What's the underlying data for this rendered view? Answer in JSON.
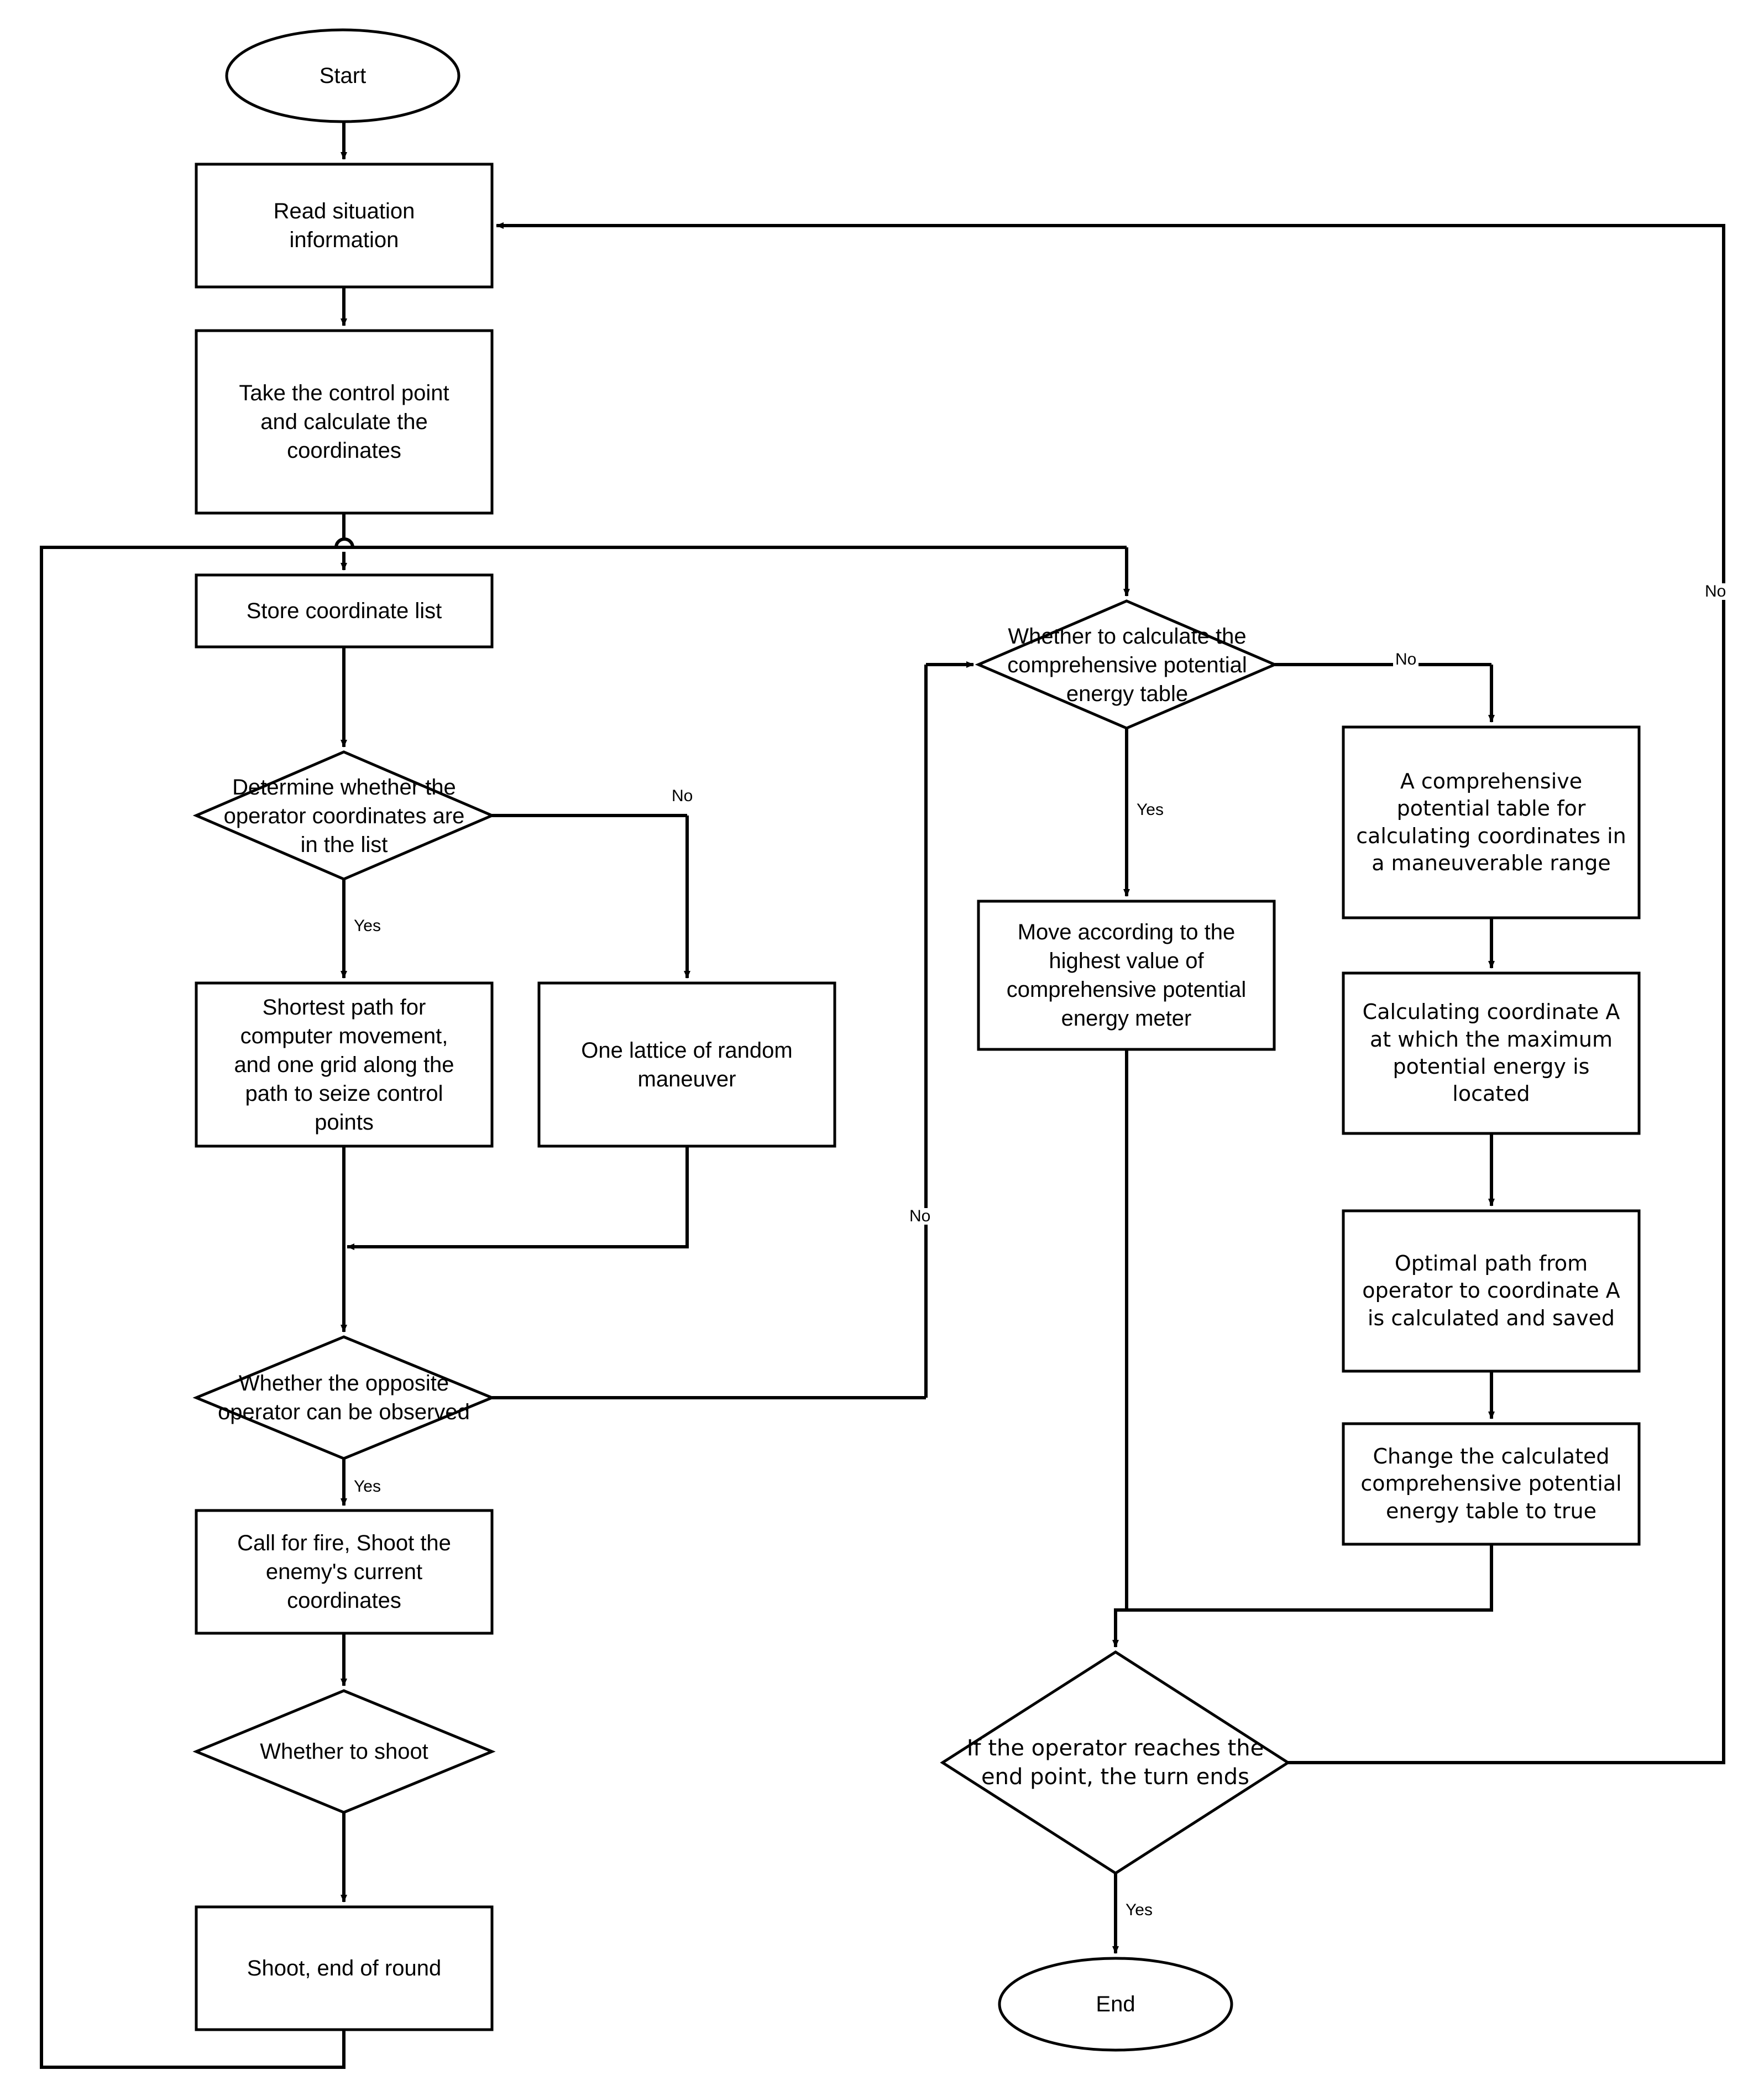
{
  "diagram": {
    "title": "Operator maneuver and engagement decision flowchart",
    "stroke_color": "#000000",
    "fill_color": "#ffffff",
    "background": "#ffffff"
  },
  "nodes": {
    "start": {
      "label": "Start",
      "shape": "terminator"
    },
    "read_situation": {
      "label": "Read situation\ninformation",
      "shape": "process"
    },
    "take_control_point": {
      "label": "Take the control point\nand calculate the\ncoordinates",
      "shape": "process"
    },
    "store_coordinate_list": {
      "label": "Store coordinate list",
      "shape": "process"
    },
    "determine_in_list": {
      "label": "Determine whether the\noperator coordinates are\nin the list",
      "shape": "decision"
    },
    "shortest_path": {
      "label": "Shortest path for\ncomputer movement,\nand one grid along the\npath to seize control\npoints",
      "shape": "process"
    },
    "random_maneuver": {
      "label": "One lattice of random\nmaneuver",
      "shape": "process"
    },
    "opposite_observed": {
      "label": "Whether the opposite\noperator can be observed",
      "shape": "decision"
    },
    "call_for_fire": {
      "label": "Call for fire, Shoot the\nenemy's current\ncoordinates",
      "shape": "process"
    },
    "whether_to_shoot": {
      "label": "Whether to shoot",
      "shape": "decision"
    },
    "shoot_end_round": {
      "label": "Shoot, end of round",
      "shape": "process"
    },
    "whether_calculate_table": {
      "label": "Whether to calculate the\ncomprehensive potential\nenergy table",
      "shape": "decision"
    },
    "move_highest_value": {
      "label": "Move according to the\nhighest value of\ncomprehensive potential\nenergy meter",
      "shape": "process"
    },
    "comprehensive_table": {
      "label": "A comprehensive\npotential table for\ncalculating coordinates in\na maneuverable range",
      "shape": "process"
    },
    "calculate_coord_a": {
      "label": "Calculating coordinate A\nat which the maximum\npotential energy is\nlocated",
      "shape": "process"
    },
    "optimal_path": {
      "label": "Optimal path from\noperator to coordinate A\nis calculated and saved",
      "shape": "process"
    },
    "change_table_true": {
      "label": "Change the calculated\ncomprehensive potential\nenergy table to true",
      "shape": "process"
    },
    "reaches_end_point": {
      "label": "If the operator reaches the\nend point, the turn ends",
      "shape": "decision"
    },
    "end": {
      "label": "End",
      "shape": "terminator"
    }
  },
  "edge_labels": {
    "determine_in_list_yes": "Yes",
    "determine_in_list_no": "No",
    "opposite_observed_yes": "Yes",
    "opposite_observed_no": "No",
    "whether_calculate_table_yes": "Yes",
    "whether_calculate_table_no": "No",
    "reaches_end_point_yes": "Yes",
    "reaches_end_point_no": "No"
  }
}
